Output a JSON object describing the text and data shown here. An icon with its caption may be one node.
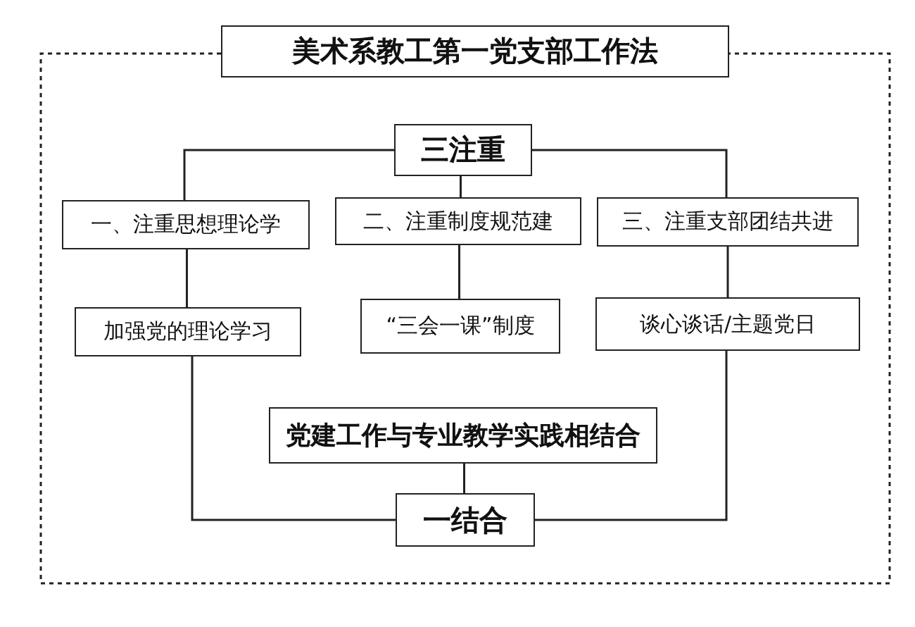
{
  "diagram": {
    "nodes": [
      {
        "text": [
          "美术系教工第一党支部工作法"
        ]
      },
      {
        "text": [
          "三注重"
        ]
      },
      {
        "text": [
          "一、注重思想理论学"
        ]
      },
      {
        "text": [
          "二、注重制度规范建"
        ]
      },
      {
        "text": [
          "三、注重支部团结共进"
        ]
      },
      {
        "text": [
          "加强党的理论学习"
        ]
      },
      {
        "text": [
          "“三会一课”制度"
        ]
      },
      {
        "text": [
          "谈心谈话/主题党日"
        ]
      },
      {
        "text": [
          "党建工作与专业教学实践相结合"
        ]
      },
      {
        "text": [
          "一结合"
        ]
      }
    ],
    "edges": [
      {
        "from": 1,
        "to": 2,
        "arrow": "none"
      },
      {
        "from": 1,
        "to": 3,
        "arrow": "none"
      },
      {
        "from": 1,
        "to": 4,
        "arrow": "none"
      },
      {
        "from": 2,
        "to": 5,
        "arrow": "none"
      },
      {
        "from": 3,
        "to": 6,
        "arrow": "none"
      },
      {
        "from": 4,
        "to": 7,
        "arrow": "none"
      },
      {
        "from": 5,
        "to": 9,
        "arrow": "none"
      },
      {
        "from": 8,
        "to": 9,
        "arrow": "none"
      },
      {
        "from": 7,
        "to": 9,
        "arrow": "none"
      }
    ]
  }
}
